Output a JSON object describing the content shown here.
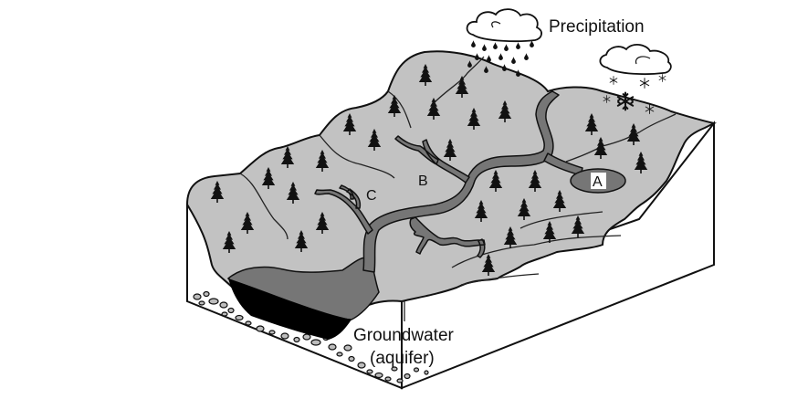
{
  "title": "Watershed block diagram",
  "labels": {
    "precipitation": "Precipitation",
    "groundwater_line1": "Groundwater",
    "groundwater_line2": "(aquifer)",
    "point_a": "A",
    "point_b": "B",
    "point_c": "C"
  },
  "colors": {
    "land": "#c2c2c2",
    "water": "#767676",
    "aquifer": "#000000",
    "outline": "#111111",
    "trees": "#111111",
    "gravel": "#bdbdbd",
    "background": "#ffffff"
  },
  "features": {
    "clouds": [
      "rain-cloud",
      "snow-cloud"
    ],
    "water_bodies": [
      "lake-a",
      "river-main",
      "lake-outlet",
      "tributary-b",
      "tributary-c",
      "tributary-south",
      "tributary-north"
    ],
    "tree_count": 33
  }
}
